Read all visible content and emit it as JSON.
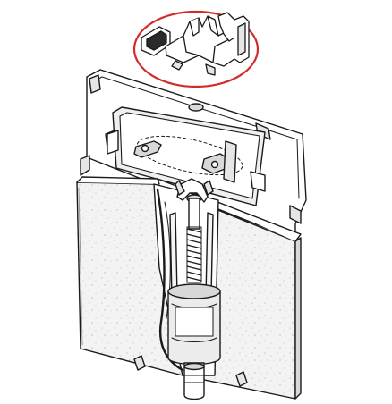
{
  "colors": {
    "background": "#ffffff",
    "ink": "#1a1a1a",
    "highlight_circle": "#d42a2a",
    "tank_fill": "#f4f4f4",
    "panel_fill": "#e6e6e6",
    "shadow_fill": "#d8d8d8"
  },
  "icons": {
    "highlight": "red-ellipse-callout",
    "part": "bracket-part-detail",
    "assembly": "concealed-cistern"
  }
}
